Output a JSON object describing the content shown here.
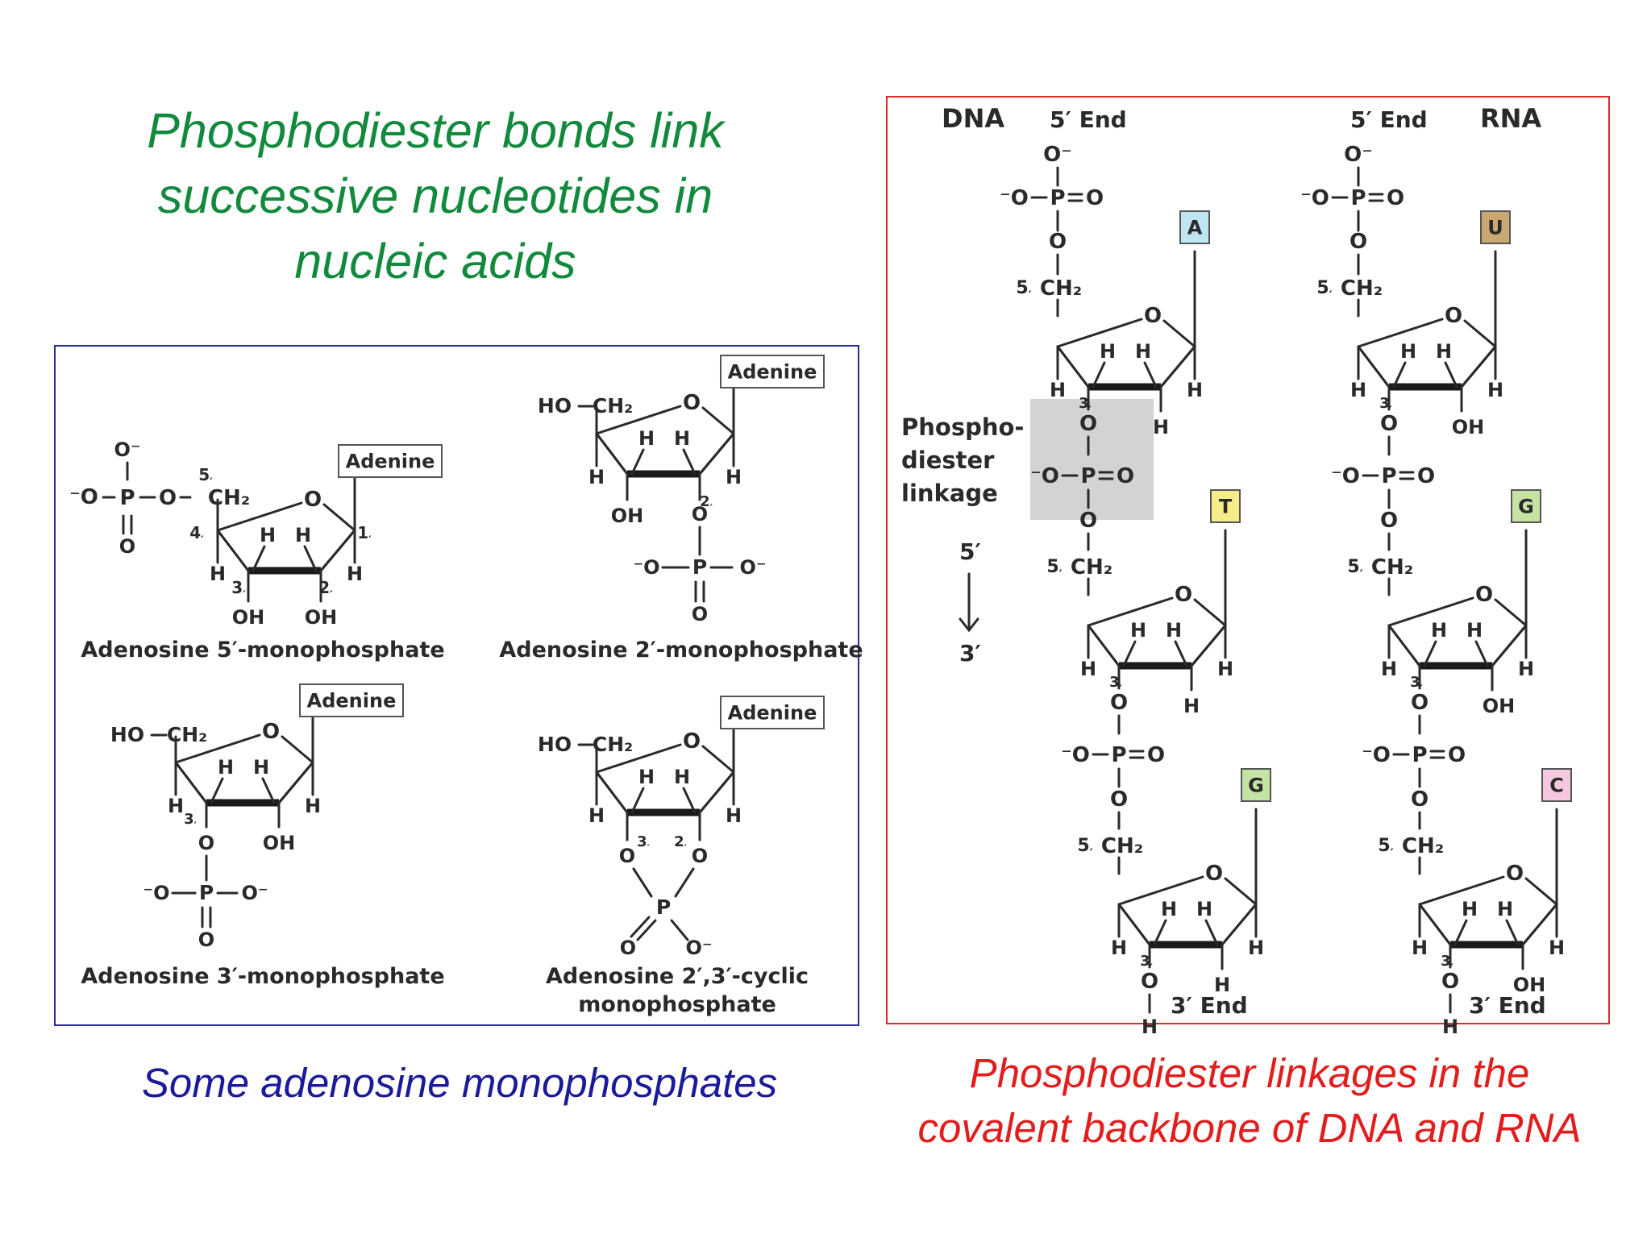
{
  "title_lines": [
    "Phosphodiester bonds link",
    "successive nucleotides in",
    "nucleic acids"
  ],
  "caption_left": "Some adenosine monophosphates",
  "caption_right_lines": [
    "Phosphodiester linkages in the",
    "covalent backbone of DNA and RNA"
  ],
  "left_panel": {
    "base_label": "Adenine",
    "structures": [
      {
        "name": "Adenosine 5′-monophosphate"
      },
      {
        "name": "Adenosine 2′-monophosphate"
      },
      {
        "name": "Adenosine 3′-monophosphate"
      },
      {
        "name_lines": [
          "Adenosine 2′,3′-cyclic",
          "monophosphate"
        ]
      }
    ]
  },
  "right_panel": {
    "dna_label": "DNA",
    "rna_label": "RNA",
    "end_5": "5′ End",
    "end_3": "3′ End",
    "linkage_label_lines": [
      "Phospho-",
      "diester",
      "linkage"
    ],
    "direction_top": "5′",
    "direction_bottom": "3′",
    "dna_bases": [
      "A",
      "T",
      "G"
    ],
    "rna_bases": [
      "U",
      "G",
      "C"
    ]
  },
  "colors": {
    "title": "#128a3d",
    "caption_left": "#1a1a9a",
    "caption_right": "#e31c1c",
    "left_border": "#2b2b90",
    "right_border": "#e02a2a",
    "linkage_highlight": "#d3d3d3",
    "base_A": "#bfe4f2",
    "base_T": "#f6ec8a",
    "base_G": "#c6e3a6",
    "base_U": "#c9a874",
    "base_C": "#f5c8df"
  }
}
